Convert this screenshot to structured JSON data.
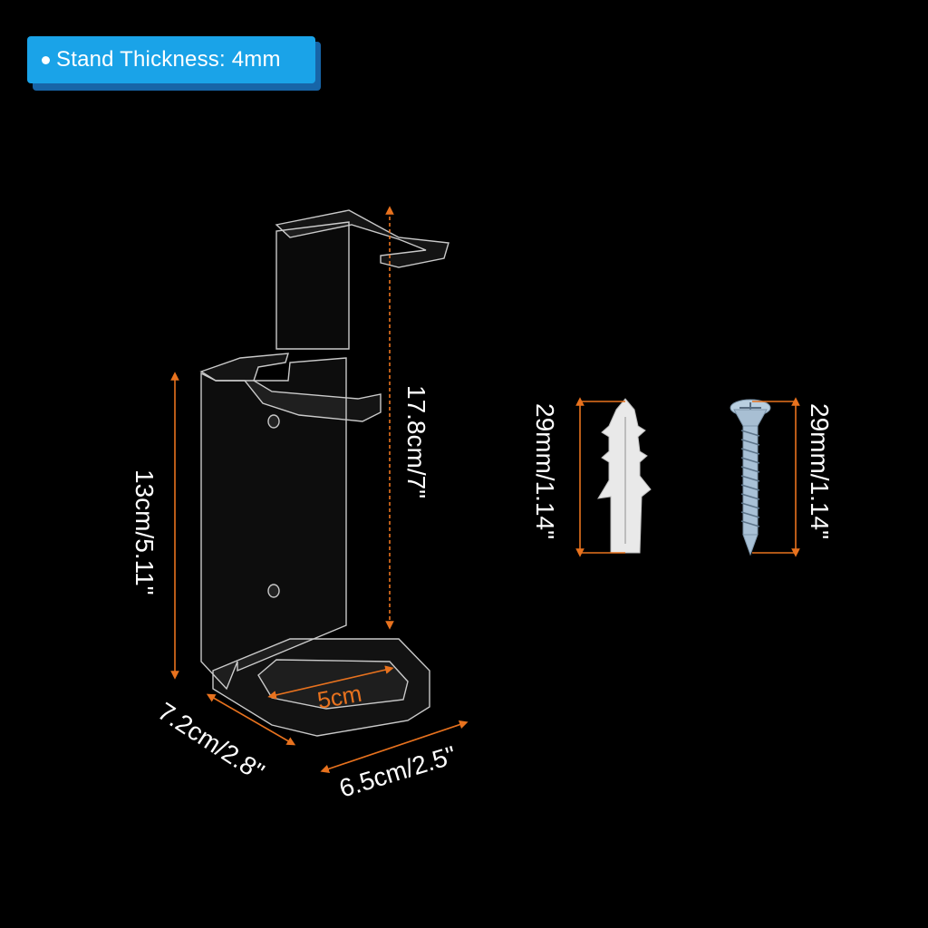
{
  "badge": {
    "text": "Stand Thickness: 4mm",
    "color": "#1aa3e8"
  },
  "dimensions": {
    "stand_height": "17.8cm/7\"",
    "front_height": "13cm/5.11\"",
    "depth": "7.2cm/2.8\"",
    "width": "6.5cm/2.5\"",
    "inner_base": "5cm",
    "anchor_length": "29mm/1.14\"",
    "screw_length": "29mm/1.14\""
  },
  "colors": {
    "dimension_line": "#e8721e",
    "background": "#000000"
  },
  "icons": [
    "acrylic-stand",
    "wall-anchor-icon",
    "screw-icon"
  ]
}
